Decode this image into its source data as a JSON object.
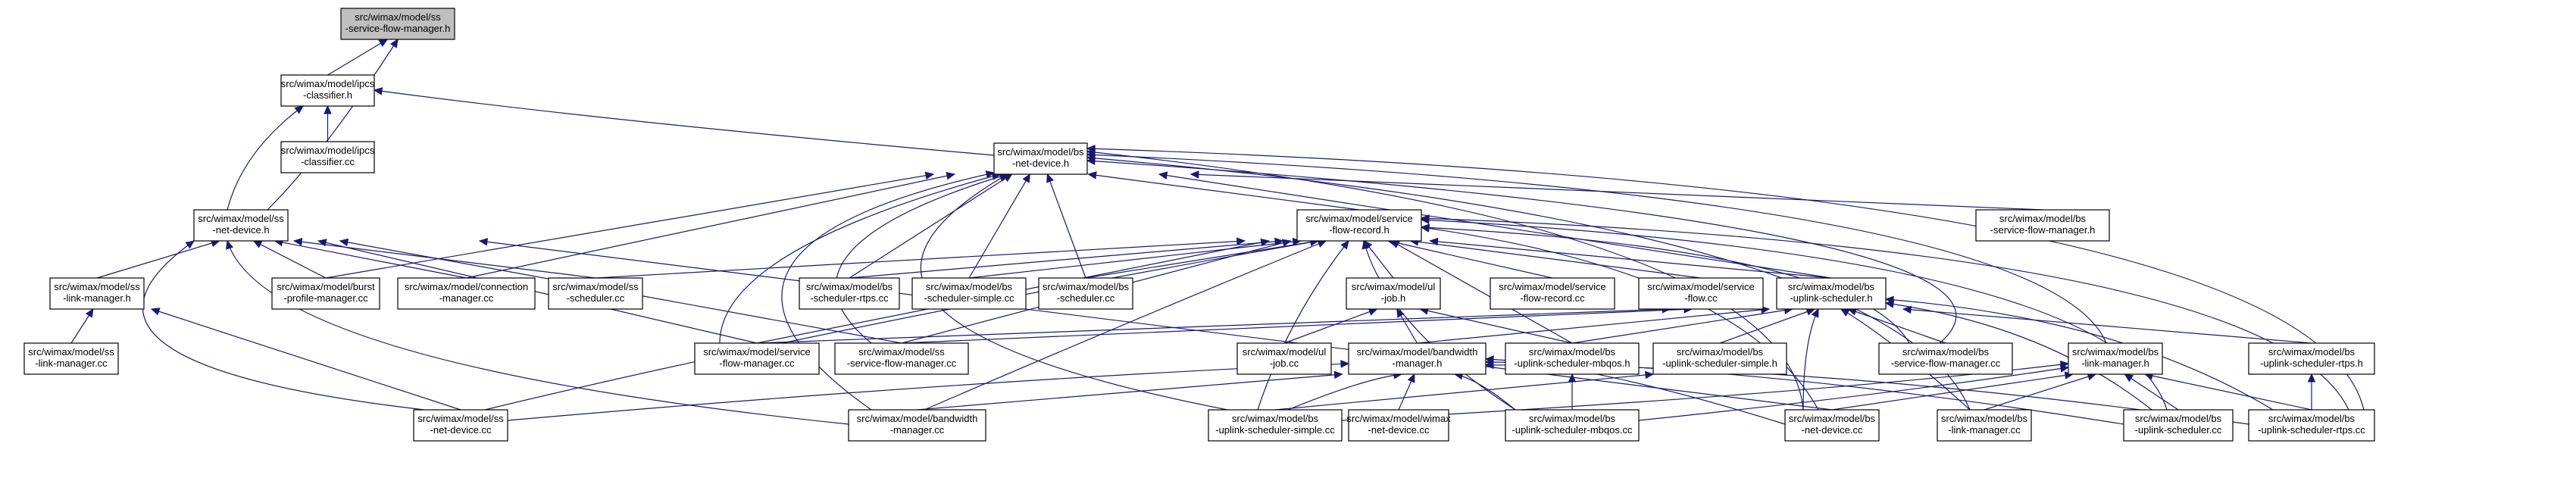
{
  "graph": {
    "nodes": [
      {
        "id": "ss_sfm_h",
        "lines": [
          "src/wimax/model/ss",
          "-service-flow-manager.h"
        ],
        "root": true
      },
      {
        "id": "ipcs_h",
        "lines": [
          "src/wimax/model/ipcs",
          "-classifier.h"
        ]
      },
      {
        "id": "ipcs_cc",
        "lines": [
          "src/wimax/model/ipcs",
          "-classifier.cc"
        ]
      },
      {
        "id": "bs_netdev_h",
        "lines": [
          "src/wimax/model/bs",
          "-net-device.h"
        ]
      },
      {
        "id": "ss_netdev_h",
        "lines": [
          "src/wimax/model/ss",
          "-net-device.h"
        ]
      },
      {
        "id": "sfr_h",
        "lines": [
          "src/wimax/model/service",
          "-flow-record.h"
        ]
      },
      {
        "id": "bs_sfm_h",
        "lines": [
          "src/wimax/model/bs",
          "-service-flow-manager.h"
        ]
      },
      {
        "id": "ss_lm_h",
        "lines": [
          "src/wimax/model/ss",
          "-link-manager.h"
        ]
      },
      {
        "id": "burst_cc",
        "lines": [
          "src/wimax/model/burst",
          "-profile-manager.cc"
        ]
      },
      {
        "id": "conn_cc",
        "lines": [
          "src/wimax/model/connection",
          "-manager.cc"
        ]
      },
      {
        "id": "ss_sched_cc",
        "lines": [
          "src/wimax/model/ss",
          "-scheduler.cc"
        ]
      },
      {
        "id": "bs_sched_rtps_cc",
        "lines": [
          "src/wimax/model/bs",
          "-scheduler-rtps.cc"
        ]
      },
      {
        "id": "bs_sched_simple_cc",
        "lines": [
          "src/wimax/model/bs",
          "-scheduler-simple.cc"
        ]
      },
      {
        "id": "bs_sched_cc",
        "lines": [
          "src/wimax/model/bs",
          "-scheduler.cc"
        ]
      },
      {
        "id": "ul_job_h",
        "lines": [
          "src/wimax/model/ul",
          "-job.h"
        ]
      },
      {
        "id": "sfr_cc",
        "lines": [
          "src/wimax/model/service",
          "-flow-record.cc"
        ]
      },
      {
        "id": "sf_cc",
        "lines": [
          "src/wimax/model/service",
          "-flow.cc"
        ]
      },
      {
        "id": "bs_ul_sched_h",
        "lines": [
          "src/wimax/model/bs",
          "-uplink-scheduler.h"
        ]
      },
      {
        "id": "ss_lm_cc",
        "lines": [
          "src/wimax/model/ss",
          "-link-manager.cc"
        ]
      },
      {
        "id": "sfm_cc",
        "lines": [
          "src/wimax/model/service",
          "-flow-manager.cc"
        ]
      },
      {
        "id": "ss_sfm_cc",
        "lines": [
          "src/wimax/model/ss",
          "-service-flow-manager.cc"
        ]
      },
      {
        "id": "ul_job_cc",
        "lines": [
          "src/wimax/model/ul",
          "-job.cc"
        ]
      },
      {
        "id": "bw_h",
        "lines": [
          "src/wimax/model/bandwidth",
          "-manager.h"
        ]
      },
      {
        "id": "bs_ul_mbqos_h",
        "lines": [
          "src/wimax/model/bs",
          "-uplink-scheduler-mbqos.h"
        ]
      },
      {
        "id": "bs_ul_simple_h",
        "lines": [
          "src/wimax/model/bs",
          "-uplink-scheduler-simple.h"
        ]
      },
      {
        "id": "bs_sfm_cc",
        "lines": [
          "src/wimax/model/bs",
          "-service-flow-manager.cc"
        ]
      },
      {
        "id": "bs_lm_h",
        "lines": [
          "src/wimax/model/bs",
          "-link-manager.h"
        ]
      },
      {
        "id": "bs_ul_rtps_h",
        "lines": [
          "src/wimax/model/bs",
          "-uplink-scheduler-rtps.h"
        ]
      },
      {
        "id": "ss_netdev_cc",
        "lines": [
          "src/wimax/model/ss",
          "-net-device.cc"
        ]
      },
      {
        "id": "bw_cc",
        "lines": [
          "src/wimax/model/bandwidth",
          "-manager.cc"
        ]
      },
      {
        "id": "bs_ul_simple_cc",
        "lines": [
          "src/wimax/model/bs",
          "-uplink-scheduler-simple.cc"
        ]
      },
      {
        "id": "wimax_netdev_cc",
        "lines": [
          "src/wimax/model/wimax",
          "-net-device.cc"
        ]
      },
      {
        "id": "bs_ul_mbqos_cc",
        "lines": [
          "src/wimax/model/bs",
          "-uplink-scheduler-mbqos.cc"
        ]
      },
      {
        "id": "bs_netdev_cc",
        "lines": [
          "src/wimax/model/bs",
          "-net-device.cc"
        ]
      },
      {
        "id": "bs_lm_cc",
        "lines": [
          "src/wimax/model/bs",
          "-link-manager.cc"
        ]
      },
      {
        "id": "bs_ul_sched_cc",
        "lines": [
          "src/wimax/model/bs",
          "-uplink-scheduler.cc"
        ]
      },
      {
        "id": "bs_ul_rtps_cc",
        "lines": [
          "src/wimax/model/bs",
          "-uplink-scheduler-rtps.cc"
        ]
      }
    ],
    "edges": [
      [
        "ipcs_h",
        "ss_sfm_h"
      ],
      [
        "ss_netdev_h",
        "ss_sfm_h"
      ],
      [
        "ipcs_cc",
        "ipcs_h"
      ],
      [
        "ss_netdev_h",
        "ipcs_h"
      ],
      [
        "bs_netdev_h",
        "ipcs_h"
      ],
      [
        "sfr_h",
        "bs_netdev_h"
      ],
      [
        "bs_sfm_h",
        "bs_netdev_h"
      ],
      [
        "burst_cc",
        "bs_netdev_h"
      ],
      [
        "conn_cc",
        "bs_netdev_h"
      ],
      [
        "bs_sched_rtps_cc",
        "bs_netdev_h"
      ],
      [
        "bs_sched_simple_cc",
        "bs_netdev_h"
      ],
      [
        "bs_sched_cc",
        "bs_netdev_h"
      ],
      [
        "bs_ul_sched_h",
        "bs_netdev_h"
      ],
      [
        "bs_lm_h",
        "bs_netdev_h"
      ],
      [
        "bs_sfm_cc",
        "bs_netdev_h"
      ],
      [
        "bs_netdev_cc",
        "bs_netdev_h"
      ],
      [
        "bs_ul_rtps_cc",
        "bs_netdev_h"
      ],
      [
        "sfm_cc",
        "bs_netdev_h"
      ],
      [
        "ss_sfm_cc",
        "bs_netdev_h"
      ],
      [
        "bw_cc",
        "bs_netdev_h"
      ],
      [
        "bs_ul_simple_cc",
        "bs_netdev_h"
      ],
      [
        "bs_lm_cc",
        "bs_netdev_h"
      ],
      [
        "ss_lm_h",
        "ss_netdev_h"
      ],
      [
        "burst_cc",
        "ss_netdev_h"
      ],
      [
        "conn_cc",
        "ss_netdev_h"
      ],
      [
        "ss_sched_cc",
        "ss_netdev_h"
      ],
      [
        "sfm_cc",
        "ss_netdev_h"
      ],
      [
        "ss_sfm_cc",
        "ss_netdev_h"
      ],
      [
        "ss_netdev_cc",
        "ss_netdev_h"
      ],
      [
        "bw_cc",
        "ss_netdev_h"
      ],
      [
        "bs_netdev_cc",
        "ss_netdev_h"
      ],
      [
        "ss_lm_cc",
        "ss_lm_h"
      ],
      [
        "ss_netdev_cc",
        "ss_lm_h"
      ],
      [
        "ss_sched_cc",
        "sfr_h"
      ],
      [
        "bs_sched_rtps_cc",
        "sfr_h"
      ],
      [
        "bs_sched_simple_cc",
        "sfr_h"
      ],
      [
        "bs_sched_cc",
        "sfr_h"
      ],
      [
        "ul_job_h",
        "sfr_h"
      ],
      [
        "sfr_cc",
        "sfr_h"
      ],
      [
        "sf_cc",
        "sfr_h"
      ],
      [
        "bs_ul_sched_h",
        "sfr_h"
      ],
      [
        "sfm_cc",
        "sfr_h"
      ],
      [
        "ss_sfm_cc",
        "sfr_h"
      ],
      [
        "bs_ul_mbqos_h",
        "sfr_h"
      ],
      [
        "bs_sfm_cc",
        "sfr_h"
      ],
      [
        "bs_ul_simple_cc",
        "sfr_h"
      ],
      [
        "bs_ul_mbqos_cc",
        "sfr_h"
      ],
      [
        "bw_cc",
        "sfr_h"
      ],
      [
        "ss_netdev_cc",
        "sfr_h"
      ],
      [
        "bs_netdev_cc",
        "sfr_h"
      ],
      [
        "bs_ul_sched_cc",
        "sfr_h"
      ],
      [
        "bs_ul_rtps_cc",
        "sfr_h"
      ],
      [
        "ul_job_cc",
        "ul_job_h"
      ],
      [
        "bw_h",
        "ul_job_h"
      ],
      [
        "bs_ul_mbqos_h",
        "ul_job_h"
      ],
      [
        "bw_h",
        "bs_ul_sched_h"
      ],
      [
        "bs_ul_mbqos_h",
        "bs_ul_sched_h"
      ],
      [
        "bs_ul_simple_h",
        "bs_ul_sched_h"
      ],
      [
        "bs_sfm_cc",
        "bs_ul_sched_h"
      ],
      [
        "bs_ul_rtps_h",
        "bs_ul_sched_h"
      ],
      [
        "bs_netdev_cc",
        "bs_ul_sched_h"
      ],
      [
        "bs_lm_cc",
        "bs_ul_sched_h"
      ],
      [
        "bs_ul_sched_cc",
        "bs_ul_sched_h"
      ],
      [
        "bs_ul_rtps_cc",
        "bs_ul_sched_h"
      ],
      [
        "sfm_cc",
        "bs_ul_sched_h"
      ],
      [
        "ss_sfm_cc",
        "bs_ul_sched_h"
      ],
      [
        "bw_cc",
        "bw_h"
      ],
      [
        "bs_ul_simple_cc",
        "bw_h"
      ],
      [
        "wimax_netdev_cc",
        "bw_h"
      ],
      [
        "bs_ul_mbqos_cc",
        "bw_h"
      ],
      [
        "bs_netdev_cc",
        "bw_h"
      ],
      [
        "bs_ul_sched_cc",
        "bw_h"
      ],
      [
        "ss_netdev_cc",
        "bw_h"
      ],
      [
        "bs_ul_rtps_cc",
        "bw_h"
      ],
      [
        "bs_ul_mbqos_cc",
        "bs_ul_mbqos_h"
      ],
      [
        "bs_ul_simple_cc",
        "bs_ul_simple_h"
      ],
      [
        "bs_ul_simple_cc",
        "bs_lm_h"
      ],
      [
        "bs_ul_mbqos_cc",
        "bs_lm_h"
      ],
      [
        "bs_netdev_cc",
        "bs_lm_h"
      ],
      [
        "bs_lm_cc",
        "bs_lm_h"
      ],
      [
        "bs_ul_sched_cc",
        "bs_lm_h"
      ],
      [
        "bs_ul_rtps_cc",
        "bs_lm_h"
      ],
      [
        "bs_ul_rtps_cc",
        "bs_ul_rtps_h"
      ]
    ]
  }
}
